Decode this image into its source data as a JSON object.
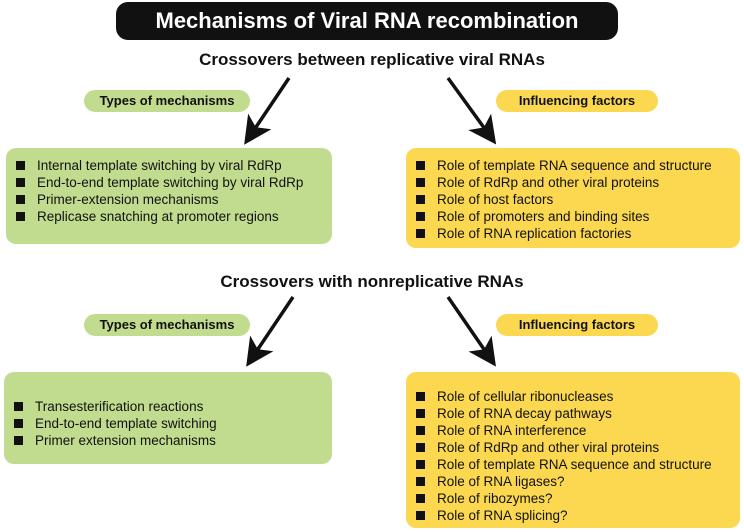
{
  "title": "Mechanisms of Viral RNA recombination",
  "sections": [
    {
      "heading": "Crossovers between replicative viral RNAs",
      "mechanisms_label": "Types of mechanisms",
      "factors_label": "Influencing factors",
      "mechanisms": [
        "Internal template switching by viral RdRp",
        "End-to-end template switching by viral RdRp",
        "Primer-extension mechanisms",
        "Replicase snatching at promoter regions"
      ],
      "factors": [
        "Role of template RNA sequence and structure",
        "Role of RdRp and other viral proteins",
        "Role of host factors",
        "Role of promoters and binding sites",
        "Role of  RNA replication factories"
      ]
    },
    {
      "heading": "Crossovers with nonreplicative RNAs",
      "mechanisms_label": "Types of mechanisms",
      "factors_label": "Influencing factors",
      "mechanisms": [
        "Transesterification reactions",
        "End-to-end template switching",
        "Primer extension mechanisms"
      ],
      "factors": [
        "Role of cellular ribonucleases",
        "Role of RNA decay pathways",
        "Role of RNA interference",
        "Role of RdRp and other viral proteins",
        "Role of template RNA sequence and structure",
        "Role of RNA ligases?",
        "Role of ribozymes?",
        "Role of RNA splicing?"
      ]
    }
  ],
  "colors": {
    "title_bg": "#111111",
    "mechanisms_bg": "#c1dc8f",
    "factors_bg": "#fbd84f",
    "arrow": "#111111"
  }
}
